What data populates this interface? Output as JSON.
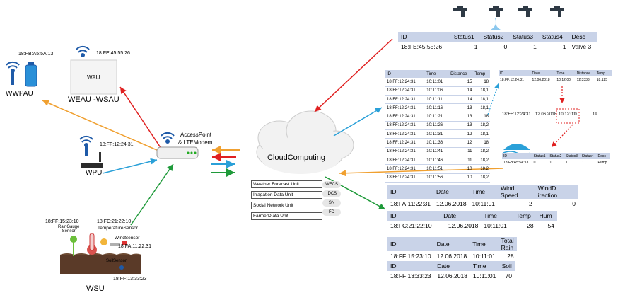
{
  "devices": {
    "wwpau": {
      "mac": "18:FB:A5:5A:13",
      "name": "WWPAU"
    },
    "wau": {
      "mac": "18:FE:45:55:26",
      "box": "WAU",
      "name": "WEAU -WSAU"
    },
    "wpu": {
      "mac": "18:FF:12:24:31",
      "name": "WPU"
    },
    "access_point": {
      "name_line1": "AccessPoint",
      "name_line2": "& LTEModem"
    },
    "cloud": {
      "name": "CloudComputing"
    },
    "wsu": {
      "name": "WSU",
      "mac_rain": "18:FF:15:23:10",
      "mac_temp": "18:FC:21:22:10",
      "mac_wind": "18:FA:11:22:31",
      "mac_soil": "18:FF:13:33:23",
      "rain_label": "RainGauge\nSensor",
      "temp_label": "TemperatureSensor",
      "wind_label": "WindSensor",
      "soil_label": "SoilSensor"
    }
  },
  "units": [
    {
      "label": "Weather Forecast Unit",
      "code": "WFCS"
    },
    {
      "label": "Irragation Data Unit",
      "code": "IDCS"
    },
    {
      "label": "Social Network Unit",
      "code": "SN"
    },
    {
      "label": "FarmerD ata Unit",
      "code": "FD"
    }
  ],
  "valve_table": {
    "headers": [
      "ID",
      "Status1",
      "Status2",
      "Status3",
      "Status4",
      "Desc"
    ],
    "row": [
      "18:FE:45:55:26",
      "1",
      "0",
      "1",
      "1",
      "Valve 3"
    ]
  },
  "log_table": {
    "headers": [
      "ID",
      "Time",
      "Distance",
      "Temp"
    ],
    "rows": [
      [
        "18:FF:12:24:31",
        "10:11:01",
        "15",
        "18"
      ],
      [
        "18:FF:12:24:31",
        "10:11:06",
        "14",
        "18,1"
      ],
      [
        "18:FF:12:24:31",
        "10:11:11",
        "14",
        "18,1"
      ],
      [
        "18:FF:12:24:31",
        "10:11:16",
        "13",
        "18,1"
      ],
      [
        "18:FF:12:24:31",
        "10:11:21",
        "13",
        "18"
      ],
      [
        "18:FF:12:24:31",
        "10:11:26",
        "13",
        "18,2"
      ],
      [
        "18:FF:12:24:31",
        "10:11:31",
        "12",
        "18,1"
      ],
      [
        "18:FF:12:24:31",
        "10:11:36",
        "12",
        "18"
      ],
      [
        "18:FF:12:24:31",
        "10:11:41",
        "11",
        "18,2"
      ],
      [
        "18:FF:12:24:31",
        "10:11:46",
        "11",
        "18,2"
      ],
      [
        "18:FF:12:24:31",
        "10:11:51",
        "10",
        "18,2"
      ],
      [
        "18:FF:12:24:31",
        "10:11:56",
        "10",
        "18,2"
      ]
    ]
  },
  "small_table": {
    "headers": [
      "ID",
      "Date",
      "Time",
      "Distance",
      "Temp"
    ],
    "row": [
      "18:FF:12:24:31",
      "12.06.2018",
      "10:12:00",
      "12,3333",
      "18,125"
    ]
  },
  "summary_row": {
    "id": "18:FF:12:24:31",
    "date": "12.06.2018",
    "time": "10:12:00",
    "distance": "10",
    "temp": "19"
  },
  "pump_table": {
    "headers": [
      "ID",
      "Status1",
      "Status2",
      "Status3",
      "Status4",
      "Desc"
    ],
    "row": [
      "18:FB:A5:5A:13",
      "0",
      "1",
      "1",
      "1",
      "Pump"
    ]
  },
  "weather_tables": [
    {
      "headers": [
        "ID",
        "Date",
        "Time",
        "Wind Speed",
        "WindD irection"
      ],
      "row": [
        "18:FA:11:22:31",
        "12.06.2018",
        "10:11:01",
        "2",
        "0"
      ]
    },
    {
      "headers": [
        "ID",
        "Date",
        "Time",
        "Temp",
        "Hum"
      ],
      "row": [
        "18:FC:21:22:10",
        "12.06.2018",
        "10:11:01",
        "28",
        "54"
      ]
    },
    {
      "headers": [
        "ID",
        "Date",
        "Time",
        "Total Rain"
      ],
      "row": [
        "18:FF:15:23:10",
        "12.06.2018",
        "10:11:01",
        "28"
      ]
    },
    {
      "headers": [
        "ID",
        "Date",
        "Time",
        "Soil"
      ],
      "row": [
        "18:FF:13:33:23",
        "12.06.2018",
        "10:11:01",
        "70"
      ]
    }
  ],
  "colors": {
    "header_bg": "#c9d3e8",
    "arrow_red": "#e02020",
    "arrow_orange": "#f0a030",
    "arrow_blue": "#2aa0d8",
    "arrow_green": "#1f9a3a",
    "antenna_blue": "#1e5aa8"
  }
}
